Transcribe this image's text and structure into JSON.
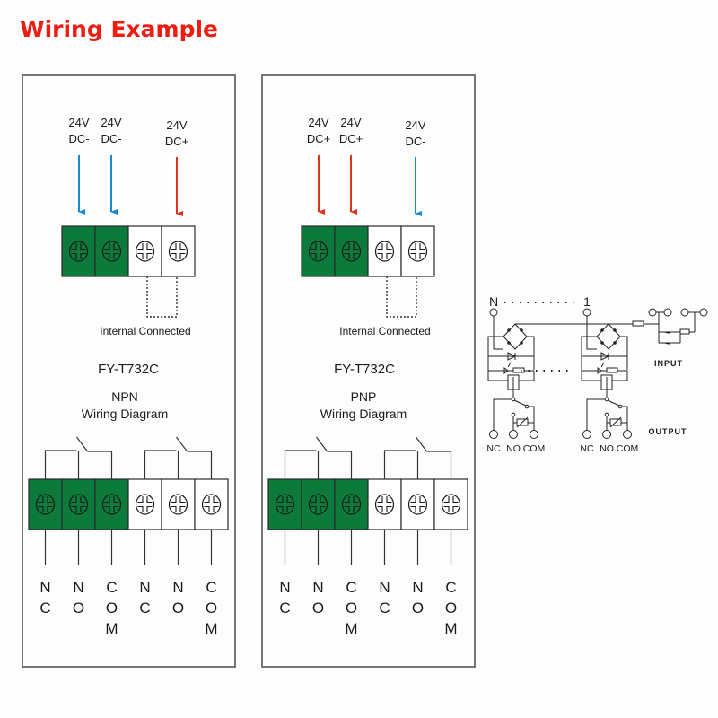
{
  "title": "Wiring Example",
  "colors": {
    "title": "#ee1d12",
    "terminal_green": "#0b7a3a",
    "arrow_blue": "#1a8ad4",
    "arrow_red": "#e0321e",
    "line": "#333333",
    "panel_border": "#555555"
  },
  "panels": [
    {
      "id": "npn",
      "supply": [
        {
          "line1": "24V",
          "line2": "DC-",
          "polarity": "negative"
        },
        {
          "line1": "24V",
          "line2": "DC-",
          "polarity": "negative"
        },
        {
          "line1": "24V",
          "line2": "DC+",
          "polarity": "positive"
        }
      ],
      "input_terminals": [
        "green",
        "green",
        "white",
        "white"
      ],
      "internal_label": "Internal Connected",
      "model": "FY-T732C",
      "type_label": "NPN",
      "diagram_label": "Wiring Diagram",
      "output_terminals": [
        "green",
        "green",
        "green",
        "white",
        "white",
        "white"
      ],
      "output_labels": [
        [
          "N",
          "C"
        ],
        [
          "N",
          "O"
        ],
        [
          "C",
          "O",
          "M"
        ],
        [
          "N",
          "C"
        ],
        [
          "N",
          "O"
        ],
        [
          "C",
          "O",
          "M"
        ]
      ]
    },
    {
      "id": "pnp",
      "supply": [
        {
          "line1": "24V",
          "line2": "DC+",
          "polarity": "positive"
        },
        {
          "line1": "24V",
          "line2": "DC+",
          "polarity": "positive"
        },
        {
          "line1": "24V",
          "line2": "DC-",
          "polarity": "negative"
        }
      ],
      "input_terminals": [
        "green",
        "green",
        "white",
        "white"
      ],
      "internal_label": "Internal Connected",
      "model": "FY-T732C",
      "type_label": "PNP",
      "diagram_label": "Wiring Diagram",
      "output_terminals": [
        "green",
        "green",
        "green",
        "white",
        "white",
        "white"
      ],
      "output_labels": [
        [
          "N",
          "C"
        ],
        [
          "N",
          "O"
        ],
        [
          "C",
          "O",
          "M"
        ],
        [
          "N",
          "C"
        ],
        [
          "N",
          "O"
        ],
        [
          "C",
          "O",
          "M"
        ]
      ]
    }
  ],
  "schematic": {
    "channel_first": "N",
    "channel_last": "1",
    "input_label": "INPUT",
    "output_label": "OUTPUT",
    "contact_labels": [
      "NC",
      "NO",
      "COM"
    ]
  }
}
